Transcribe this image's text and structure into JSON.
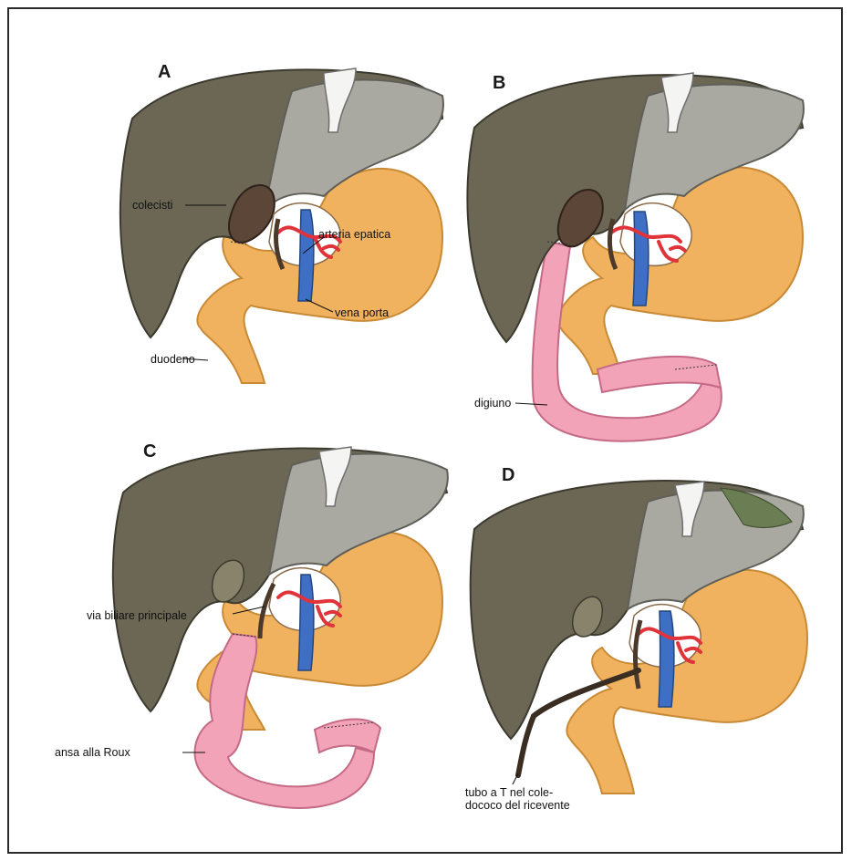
{
  "panels": [
    {
      "letter": "A",
      "labels": {
        "gallbladder": "colecisti",
        "hepatic_artery": "arteria epatica",
        "portal_vein": "vena porta",
        "duodenum": "duodeno"
      }
    },
    {
      "letter": "B",
      "labels": {
        "jejunum": "digiuno"
      }
    },
    {
      "letter": "C",
      "labels": {
        "bile_duct": "via biliare principale",
        "roux_loop": "ansa alla Roux"
      }
    },
    {
      "letter": "D",
      "labels": {
        "t_tube_line1": "tubo a T nel cole-",
        "t_tube_line2": "dococo del ricevente"
      }
    }
  ],
  "colors": {
    "liver_dark": "#6b6754",
    "liver_light": "#a9a9a2",
    "ligament": "#f4f4f2",
    "gallbladder": "#5b4637",
    "stomach": "#f1b25f",
    "stomach_outline": "#c98a36",
    "portal_vein": "#3f6fc4",
    "artery": "#e0343a",
    "jejunum_pink": "#f3a3b8",
    "background_window": "#ffffff"
  }
}
